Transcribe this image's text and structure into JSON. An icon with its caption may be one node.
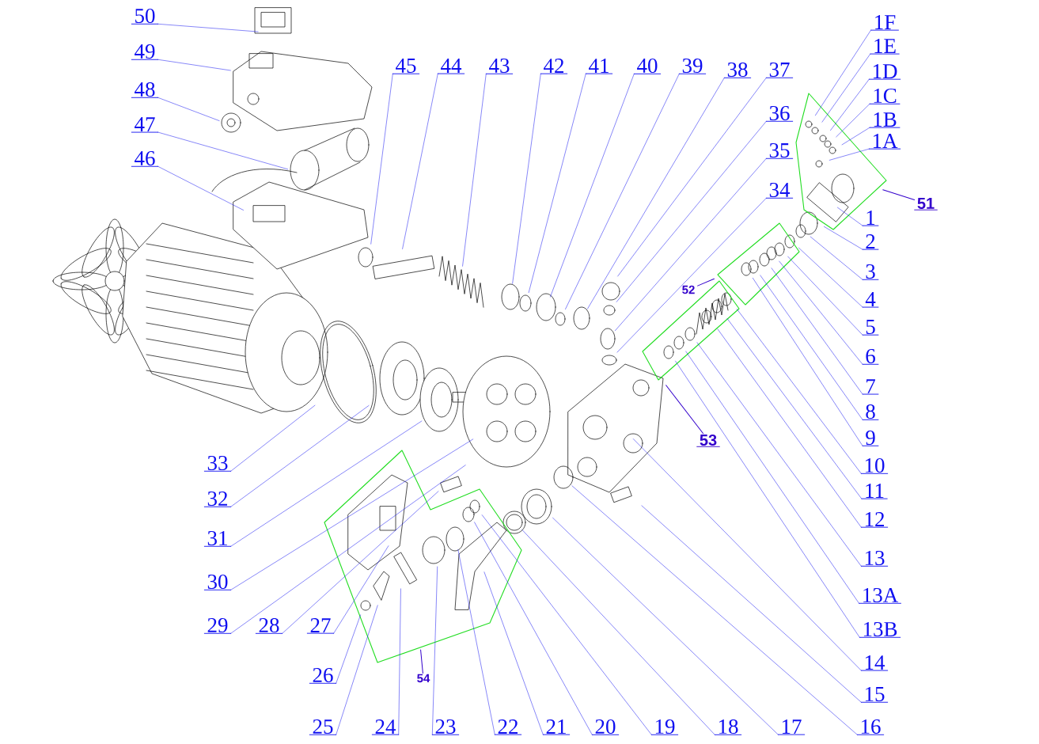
{
  "diagram": {
    "nodes": [
      {
        "text": [
          "50"
        ]
      },
      {
        "text": [
          "49"
        ]
      },
      {
        "text": [
          "48"
        ]
      },
      {
        "text": [
          "47"
        ]
      },
      {
        "text": [
          "46"
        ]
      },
      {
        "text": [
          "45"
        ]
      },
      {
        "text": [
          "44"
        ]
      },
      {
        "text": [
          "43"
        ]
      },
      {
        "text": [
          "42"
        ]
      },
      {
        "text": [
          "41"
        ]
      },
      {
        "text": [
          "40"
        ]
      },
      {
        "text": [
          "39"
        ]
      },
      {
        "text": [
          "38"
        ]
      },
      {
        "text": [
          "37"
        ]
      },
      {
        "text": [
          "1F"
        ]
      },
      {
        "text": [
          "1E"
        ]
      },
      {
        "text": [
          "1D"
        ]
      },
      {
        "text": [
          "1C"
        ]
      },
      {
        "text": [
          "1B"
        ]
      },
      {
        "text": [
          "1A"
        ]
      },
      {
        "text": [
          "36"
        ]
      },
      {
        "text": [
          "35"
        ]
      },
      {
        "text": [
          "34"
        ]
      },
      {
        "text": [
          "1"
        ]
      },
      {
        "text": [
          "51"
        ]
      },
      {
        "text": [
          "2"
        ]
      },
      {
        "text": [
          "3"
        ]
      },
      {
        "text": [
          "4"
        ]
      },
      {
        "text": [
          "5"
        ]
      },
      {
        "text": [
          "52"
        ]
      },
      {
        "text": [
          "6"
        ]
      },
      {
        "text": [
          "7"
        ]
      },
      {
        "text": [
          "8"
        ]
      },
      {
        "text": [
          "9"
        ]
      },
      {
        "text": [
          "10"
        ]
      },
      {
        "text": [
          "11"
        ]
      },
      {
        "text": [
          "12"
        ]
      },
      {
        "text": [
          "13"
        ]
      },
      {
        "text": [
          "53"
        ]
      },
      {
        "text": [
          "13A"
        ]
      },
      {
        "text": [
          "13B"
        ]
      },
      {
        "text": [
          "33"
        ]
      },
      {
        "text": [
          "32"
        ]
      },
      {
        "text": [
          "31"
        ]
      },
      {
        "text": [
          "30"
        ]
      },
      {
        "text": [
          "14"
        ]
      },
      {
        "text": [
          "29"
        ]
      },
      {
        "text": [
          "28"
        ]
      },
      {
        "text": [
          "27"
        ]
      },
      {
        "text": [
          "15"
        ]
      },
      {
        "text": [
          "26"
        ]
      },
      {
        "text": [
          "54"
        ]
      },
      {
        "text": [
          "25"
        ]
      },
      {
        "text": [
          "24"
        ]
      },
      {
        "text": [
          "23"
        ]
      },
      {
        "text": [
          "22"
        ]
      },
      {
        "text": [
          "21"
        ]
      },
      {
        "text": [
          "20"
        ]
      },
      {
        "text": [
          "19"
        ]
      },
      {
        "text": [
          "18"
        ]
      },
      {
        "text": [
          "17"
        ]
      },
      {
        "text": [
          "16"
        ]
      }
    ],
    "edges": [
      {
        "from": 0,
        "to": null,
        "arrow": "none"
      },
      {
        "from": 1,
        "to": null,
        "arrow": "none"
      },
      {
        "from": 2,
        "to": null,
        "arrow": "none"
      },
      {
        "from": 3,
        "to": null,
        "arrow": "none"
      },
      {
        "from": 4,
        "to": null,
        "arrow": "none"
      },
      {
        "from": 5,
        "to": null,
        "arrow": "none"
      },
      {
        "from": 6,
        "to": null,
        "arrow": "none"
      },
      {
        "from": 7,
        "to": null,
        "arrow": "none"
      },
      {
        "from": 8,
        "to": null,
        "arrow": "none"
      },
      {
        "from": 9,
        "to": null,
        "arrow": "none"
      },
      {
        "from": 10,
        "to": null,
        "arrow": "none"
      },
      {
        "from": 11,
        "to": null,
        "arrow": "none"
      },
      {
        "from": 12,
        "to": null,
        "arrow": "none"
      },
      {
        "from": 13,
        "to": null,
        "arrow": "none"
      },
      {
        "from": 14,
        "to": null,
        "arrow": "none"
      },
      {
        "from": 15,
        "to": null,
        "arrow": "none"
      },
      {
        "from": 16,
        "to": null,
        "arrow": "none"
      },
      {
        "from": 17,
        "to": null,
        "arrow": "none"
      },
      {
        "from": 18,
        "to": null,
        "arrow": "none"
      },
      {
        "from": 19,
        "to": null,
        "arrow": "none"
      },
      {
        "from": 20,
        "to": null,
        "arrow": "none"
      },
      {
        "from": 21,
        "to": null,
        "arrow": "none"
      },
      {
        "from": 22,
        "to": null,
        "arrow": "none"
      },
      {
        "from": 23,
        "to": null,
        "arrow": "none"
      },
      {
        "from": 24,
        "to": null,
        "arrow": "none",
        "color": "#3300cc"
      },
      {
        "from": 25,
        "to": null,
        "arrow": "none"
      },
      {
        "from": 26,
        "to": null,
        "arrow": "none"
      },
      {
        "from": 27,
        "to": null,
        "arrow": "none"
      },
      {
        "from": 28,
        "to": null,
        "arrow": "none"
      },
      {
        "from": 29,
        "to": null,
        "arrow": "none",
        "color": "#3300cc"
      },
      {
        "from": 30,
        "to": null,
        "arrow": "none"
      },
      {
        "from": 31,
        "to": null,
        "arrow": "none"
      },
      {
        "from": 32,
        "to": null,
        "arrow": "none"
      },
      {
        "from": 33,
        "to": null,
        "arrow": "none"
      },
      {
        "from": 34,
        "to": null,
        "arrow": "none"
      },
      {
        "from": 35,
        "to": null,
        "arrow": "none"
      },
      {
        "from": 36,
        "to": null,
        "arrow": "none"
      },
      {
        "from": 37,
        "to": null,
        "arrow": "none"
      },
      {
        "from": 38,
        "to": null,
        "arrow": "none",
        "color": "#3300cc"
      },
      {
        "from": 39,
        "to": null,
        "arrow": "none"
      },
      {
        "from": 40,
        "to": null,
        "arrow": "none"
      },
      {
        "from": 41,
        "to": null,
        "arrow": "none"
      },
      {
        "from": 42,
        "to": null,
        "arrow": "none"
      },
      {
        "from": 43,
        "to": null,
        "arrow": "none"
      },
      {
        "from": 44,
        "to": null,
        "arrow": "none"
      },
      {
        "from": 45,
        "to": null,
        "arrow": "none"
      },
      {
        "from": 46,
        "to": null,
        "arrow": "none"
      },
      {
        "from": 47,
        "to": null,
        "arrow": "none"
      },
      {
        "from": 48,
        "to": null,
        "arrow": "none"
      },
      {
        "from": 49,
        "to": null,
        "arrow": "none"
      },
      {
        "from": 50,
        "to": null,
        "arrow": "none"
      },
      {
        "from": 51,
        "to": null,
        "arrow": "none",
        "color": "#3300cc"
      },
      {
        "from": 52,
        "to": null,
        "arrow": "none"
      },
      {
        "from": 53,
        "to": null,
        "arrow": "none"
      },
      {
        "from": 54,
        "to": null,
        "arrow": "none"
      },
      {
        "from": 55,
        "to": null,
        "arrow": "none"
      },
      {
        "from": 56,
        "to": null,
        "arrow": "none"
      },
      {
        "from": 57,
        "to": null,
        "arrow": "none"
      },
      {
        "from": 58,
        "to": null,
        "arrow": "none"
      },
      {
        "from": 59,
        "to": null,
        "arrow": "none"
      },
      {
        "from": 60,
        "to": null,
        "arrow": "none"
      },
      {
        "from": 61,
        "to": null,
        "arrow": "none"
      }
    ]
  }
}
